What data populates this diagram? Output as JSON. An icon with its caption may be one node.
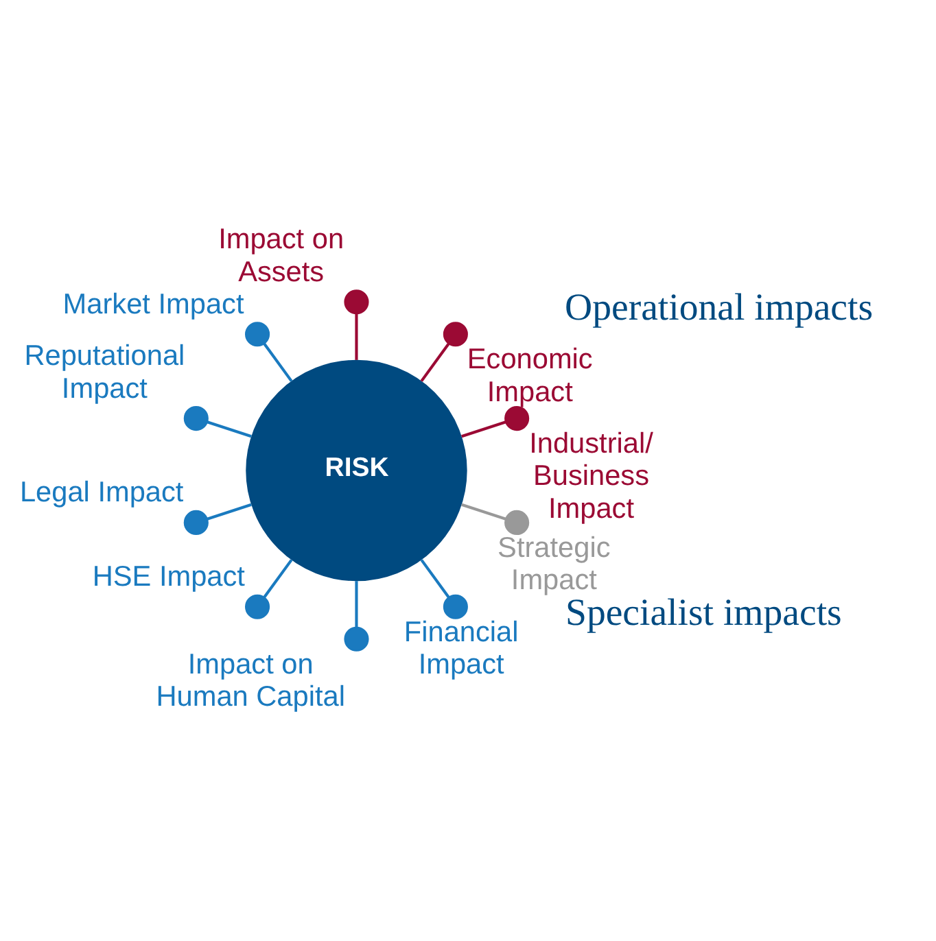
{
  "diagram": {
    "nodes": [
      {
        "text": [
          "RISK"
        ]
      },
      {
        "text": [],
        "shape": "circle",
        "beside": [
          "Industrial/ Business Impact"
        ]
      },
      {
        "text": [],
        "shape": "circle",
        "beside": [
          "Economic Impact"
        ]
      },
      {
        "text": [],
        "shape": "circle",
        "beside": [
          "Impact on Assets"
        ]
      },
      {
        "text": [],
        "shape": "circle",
        "beside": [
          "Market Impact"
        ]
      },
      {
        "text": [],
        "shape": "circle",
        "beside": [
          "Reputational Impact"
        ]
      },
      {
        "text": [],
        "shape": "circle",
        "beside": [
          "Legal Impact"
        ]
      },
      {
        "text": [],
        "shape": "circle",
        "beside": [
          "HSE Impact"
        ]
      },
      {
        "text": [],
        "shape": "circle",
        "beside": [
          "Impact on Human Capital"
        ]
      },
      {
        "text": [],
        "shape": "circle",
        "beside": [
          "Financial Impact"
        ]
      },
      {
        "text": [],
        "shape": "circle",
        "beside": [
          "Strategic Impact"
        ]
      }
    ],
    "edges": [
      {
        "from": 0,
        "to": 1,
        "arrow": "none",
        "color": "#9b0a34"
      },
      {
        "from": 0,
        "to": 2,
        "arrow": "none",
        "color": "#9b0a34"
      },
      {
        "from": 0,
        "to": 3,
        "arrow": "none",
        "color": "#9b0a34"
      },
      {
        "from": 0,
        "to": 4,
        "arrow": "none"
      },
      {
        "from": 0,
        "to": 5,
        "arrow": "none"
      },
      {
        "from": 0,
        "to": 6,
        "arrow": "none"
      },
      {
        "from": 0,
        "to": 7,
        "arrow": "none"
      },
      {
        "from": 0,
        "to": 8,
        "arrow": "none"
      },
      {
        "from": 0,
        "to": 9,
        "arrow": "none"
      },
      {
        "from": 0,
        "to": 10,
        "arrow": "none",
        "color": "#999999"
      }
    ],
    "labels": [
      "Operational impacts",
      "Specialist impacts"
    ]
  }
}
